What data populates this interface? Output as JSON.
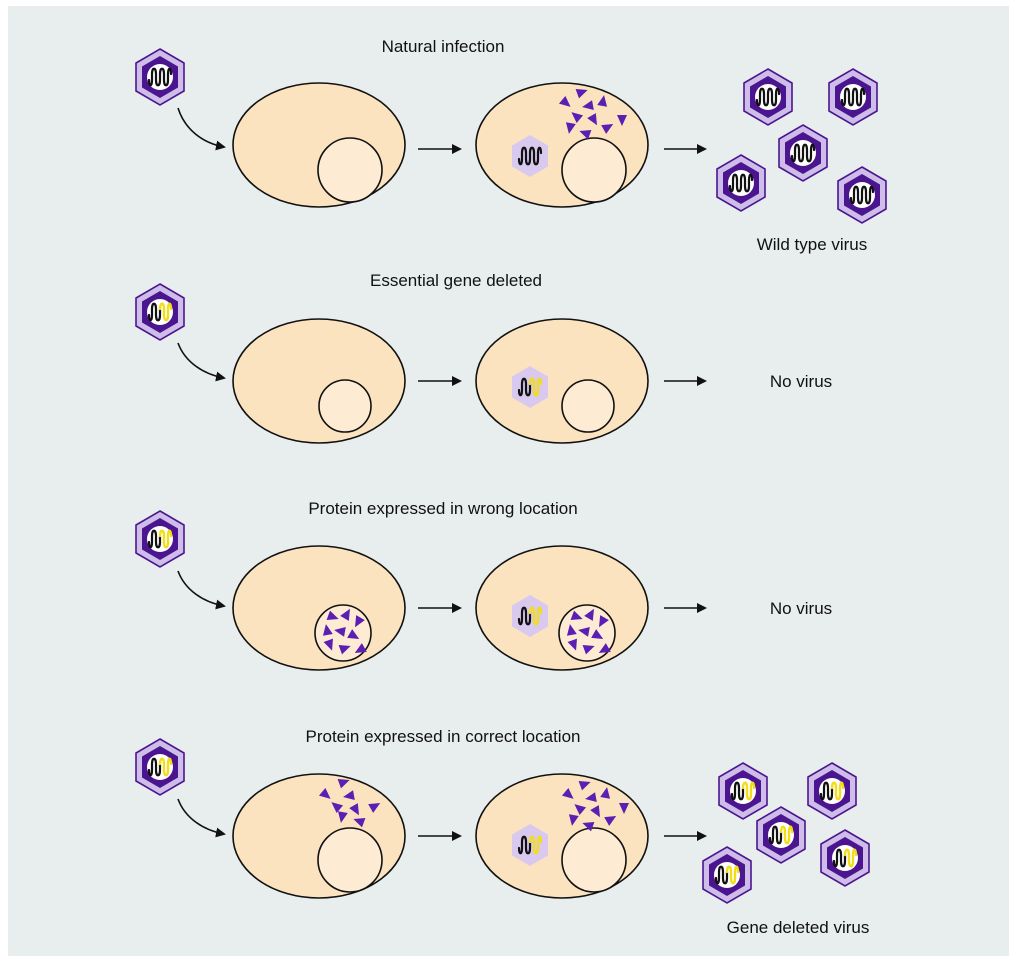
{
  "colors": {
    "background": "#e8eeed",
    "cell_fill": "#fce3bf",
    "nucleus_fill": "#fdecd3",
    "capsid_outer": "#cdbde8",
    "capsid_inner": "#4b1590",
    "protein": "#5b1fb3",
    "uncoated_capsid": "#d9c9ef",
    "genome": "#111111",
    "deleted_gene": "#f2dd1a"
  },
  "icons": {
    "virus": "virus-particle-icon",
    "uncoated": "uncoated-capsid-icon",
    "protein": "protein-triangle-icon",
    "arrow": "arrow-icon"
  },
  "rows": [
    {
      "title": "Natural infection",
      "gene_deleted": false,
      "result": "Wild type virus"
    },
    {
      "title": "Essential gene deleted",
      "gene_deleted": true,
      "result": "No virus"
    },
    {
      "title": "Protein expressed in wrong location",
      "gene_deleted": true,
      "result": "No virus"
    },
    {
      "title": "Protein expressed in correct location",
      "gene_deleted": true,
      "result": "Gene deleted virus"
    }
  ]
}
